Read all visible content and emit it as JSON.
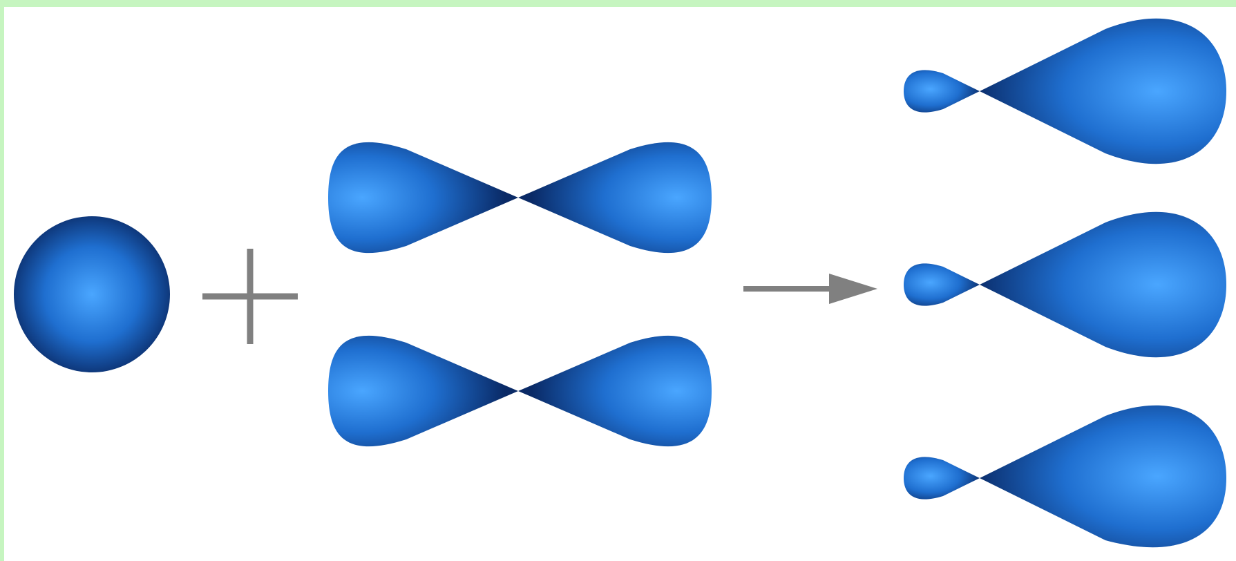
{
  "diagram": {
    "components": [
      {
        "name": "s-orbital",
        "kind": "sphere",
        "count": 1
      },
      {
        "name": "operator-plus",
        "kind": "plus-sign"
      },
      {
        "name": "p-orbitals",
        "kind": "dumbbell",
        "count": 2
      },
      {
        "name": "reaction-arrow",
        "kind": "arrow"
      },
      {
        "name": "sp2-hybrid-orbitals",
        "kind": "asymmetric-lobe",
        "count": 3
      }
    ],
    "colors": {
      "orbital_light": "#4aa6ff",
      "orbital_mid": "#1f6fd0",
      "orbital_dark": "#0a2a66",
      "symbol_gray": "#808080",
      "border": "#c6f5c0"
    }
  }
}
